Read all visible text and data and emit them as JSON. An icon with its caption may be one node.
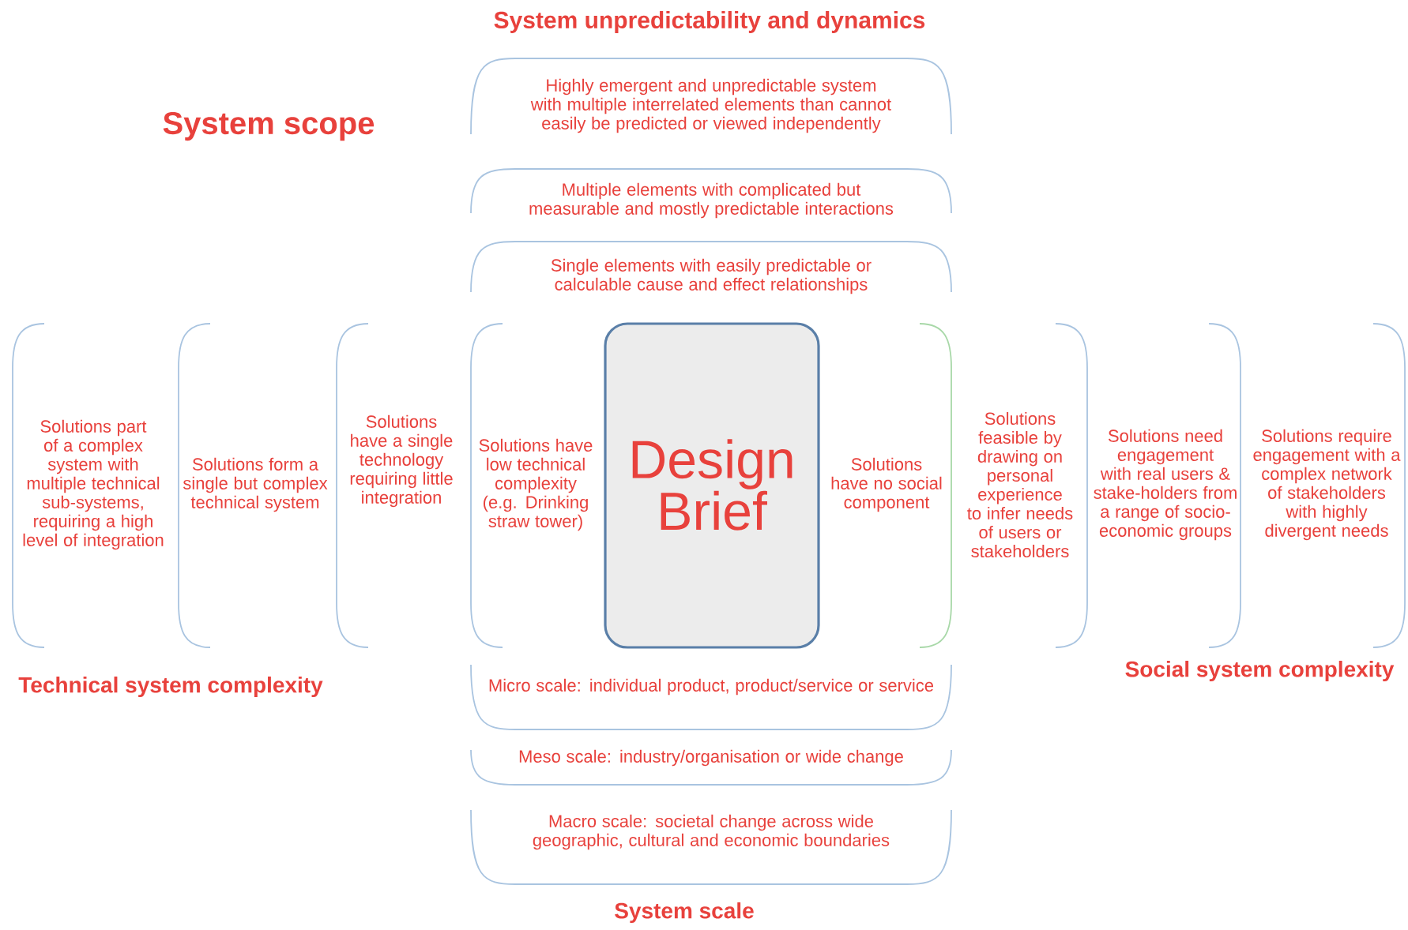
{
  "diagram": {
    "nodes": [
      {
        "text": [
          "Highly emergent and unpredictable system with multiple interrelated elements than cannot easily be predicted or viewed independently"
        ]
      },
      {
        "text": [
          "Multiple elements with complicated but measurable and mostly predictable interactions"
        ]
      },
      {
        "text": [
          "Single elements with easily predictable or calculable cause and effect relationships"
        ]
      },
      {
        "text": [
          "Solutions part of a complex system with multiple technical sub-systems, requiring a high level of integration"
        ]
      },
      {
        "text": [
          "Solutions form a single but complex technical system"
        ]
      },
      {
        "text": [
          "Solutions have a single technology requiring little integration"
        ]
      },
      {
        "text": [
          "Solutions have low technical complexity (e.g. Drinking straw tower)"
        ]
      },
      {
        "text": [
          "Design Brief"
        ]
      },
      {
        "text": [
          "Solutions have no social component"
        ]
      },
      {
        "text": [
          "Solutions feasible by drawing on personal experience to infer needs of users or stakeholders"
        ]
      },
      {
        "text": [
          "Solutions need engagement with real users & stake-holders from a range of socio-economic groups"
        ]
      },
      {
        "text": [
          "Solutions require engagement with a complex network of stakeholders with highly divergent needs"
        ]
      },
      {
        "text": [
          "Micro scale: individual product, product/service or service"
        ]
      },
      {
        "text": [
          "Meso scale: industry/organisation or wide change"
        ]
      },
      {
        "text": [
          "Macro scale: societal change across wide geographic, cultural and economic boundaries"
        ]
      }
    ],
    "labels": [
      "System unpredictability and dynamics",
      "System scope",
      "Technical system complexity",
      "Social system complexity",
      "System scale"
    ]
  }
}
